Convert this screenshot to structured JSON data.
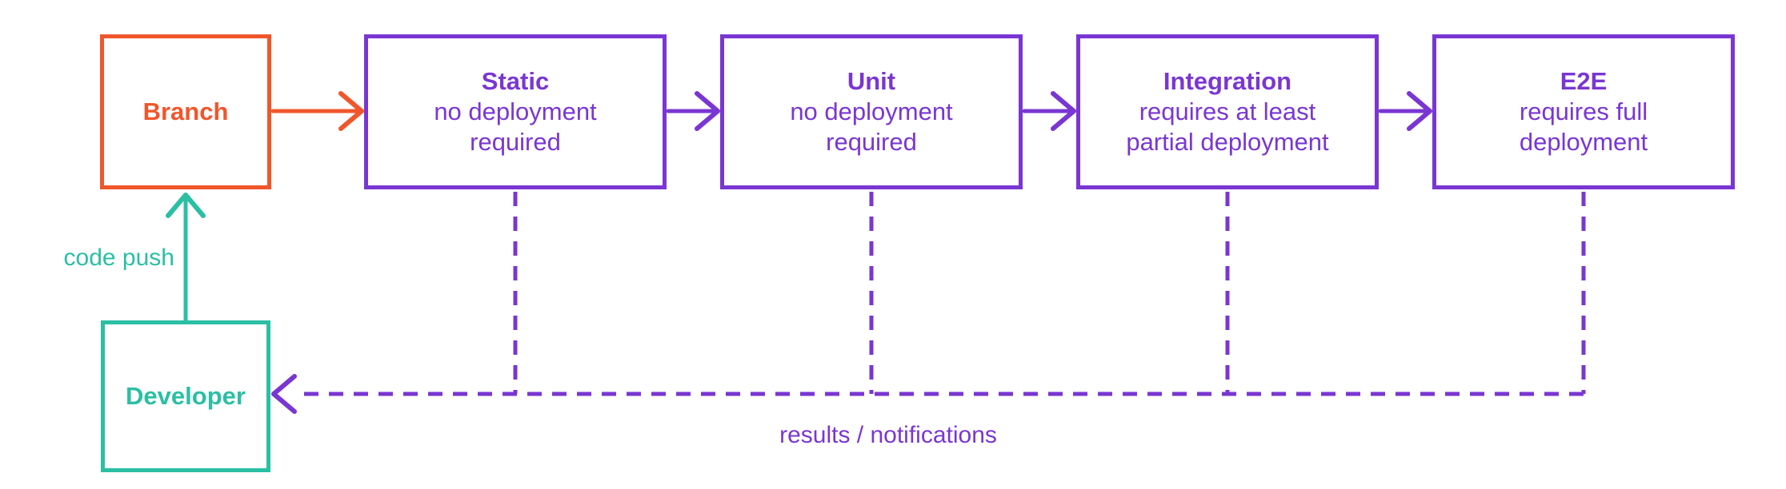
{
  "colors": {
    "purple": "#7A36D3",
    "orange": "#F0562C",
    "teal": "#2BBFA4",
    "background": "#FFFFFF"
  },
  "nodes": {
    "branch": {
      "title": "Branch"
    },
    "static": {
      "title": "Static",
      "line1": "no deployment",
      "line2": "required"
    },
    "unit": {
      "title": "Unit",
      "line1": "no deployment",
      "line2": "required"
    },
    "integration": {
      "title": "Integration",
      "line1": "requires at least",
      "line2": "partial deployment"
    },
    "e2e": {
      "title": "E2E",
      "line1": "requires full",
      "line2": "deployment"
    },
    "developer": {
      "title": "Developer"
    }
  },
  "edges": {
    "code_push_label": "code push",
    "results_label": "results / notifications"
  }
}
